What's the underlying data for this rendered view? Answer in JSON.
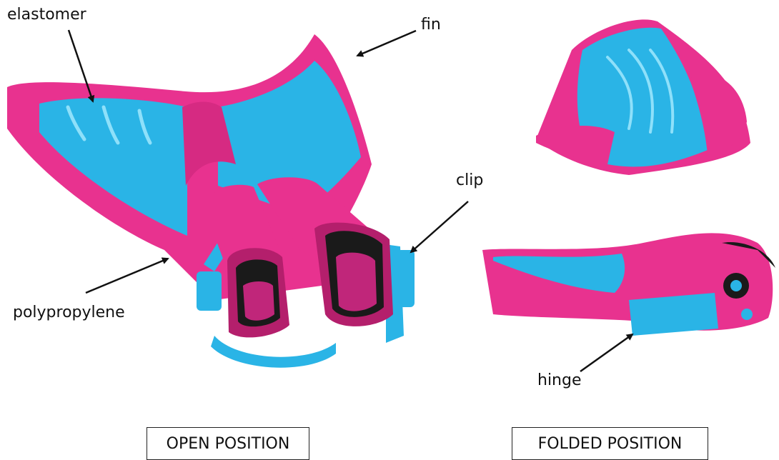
{
  "labels": {
    "elastomer": "elastomer",
    "fin": "fin",
    "clip": "clip",
    "polypropylene": "polypropylene",
    "hinge": "hinge"
  },
  "captions": {
    "open": "OPEN POSITION",
    "folded": "FOLDED POSITION"
  },
  "colors": {
    "pink": "#e8328f",
    "pink_dark": "#b41f6c",
    "blue": "#2ab4e6",
    "blue_light": "#6fd0f2",
    "black": "#1a1a1a"
  }
}
